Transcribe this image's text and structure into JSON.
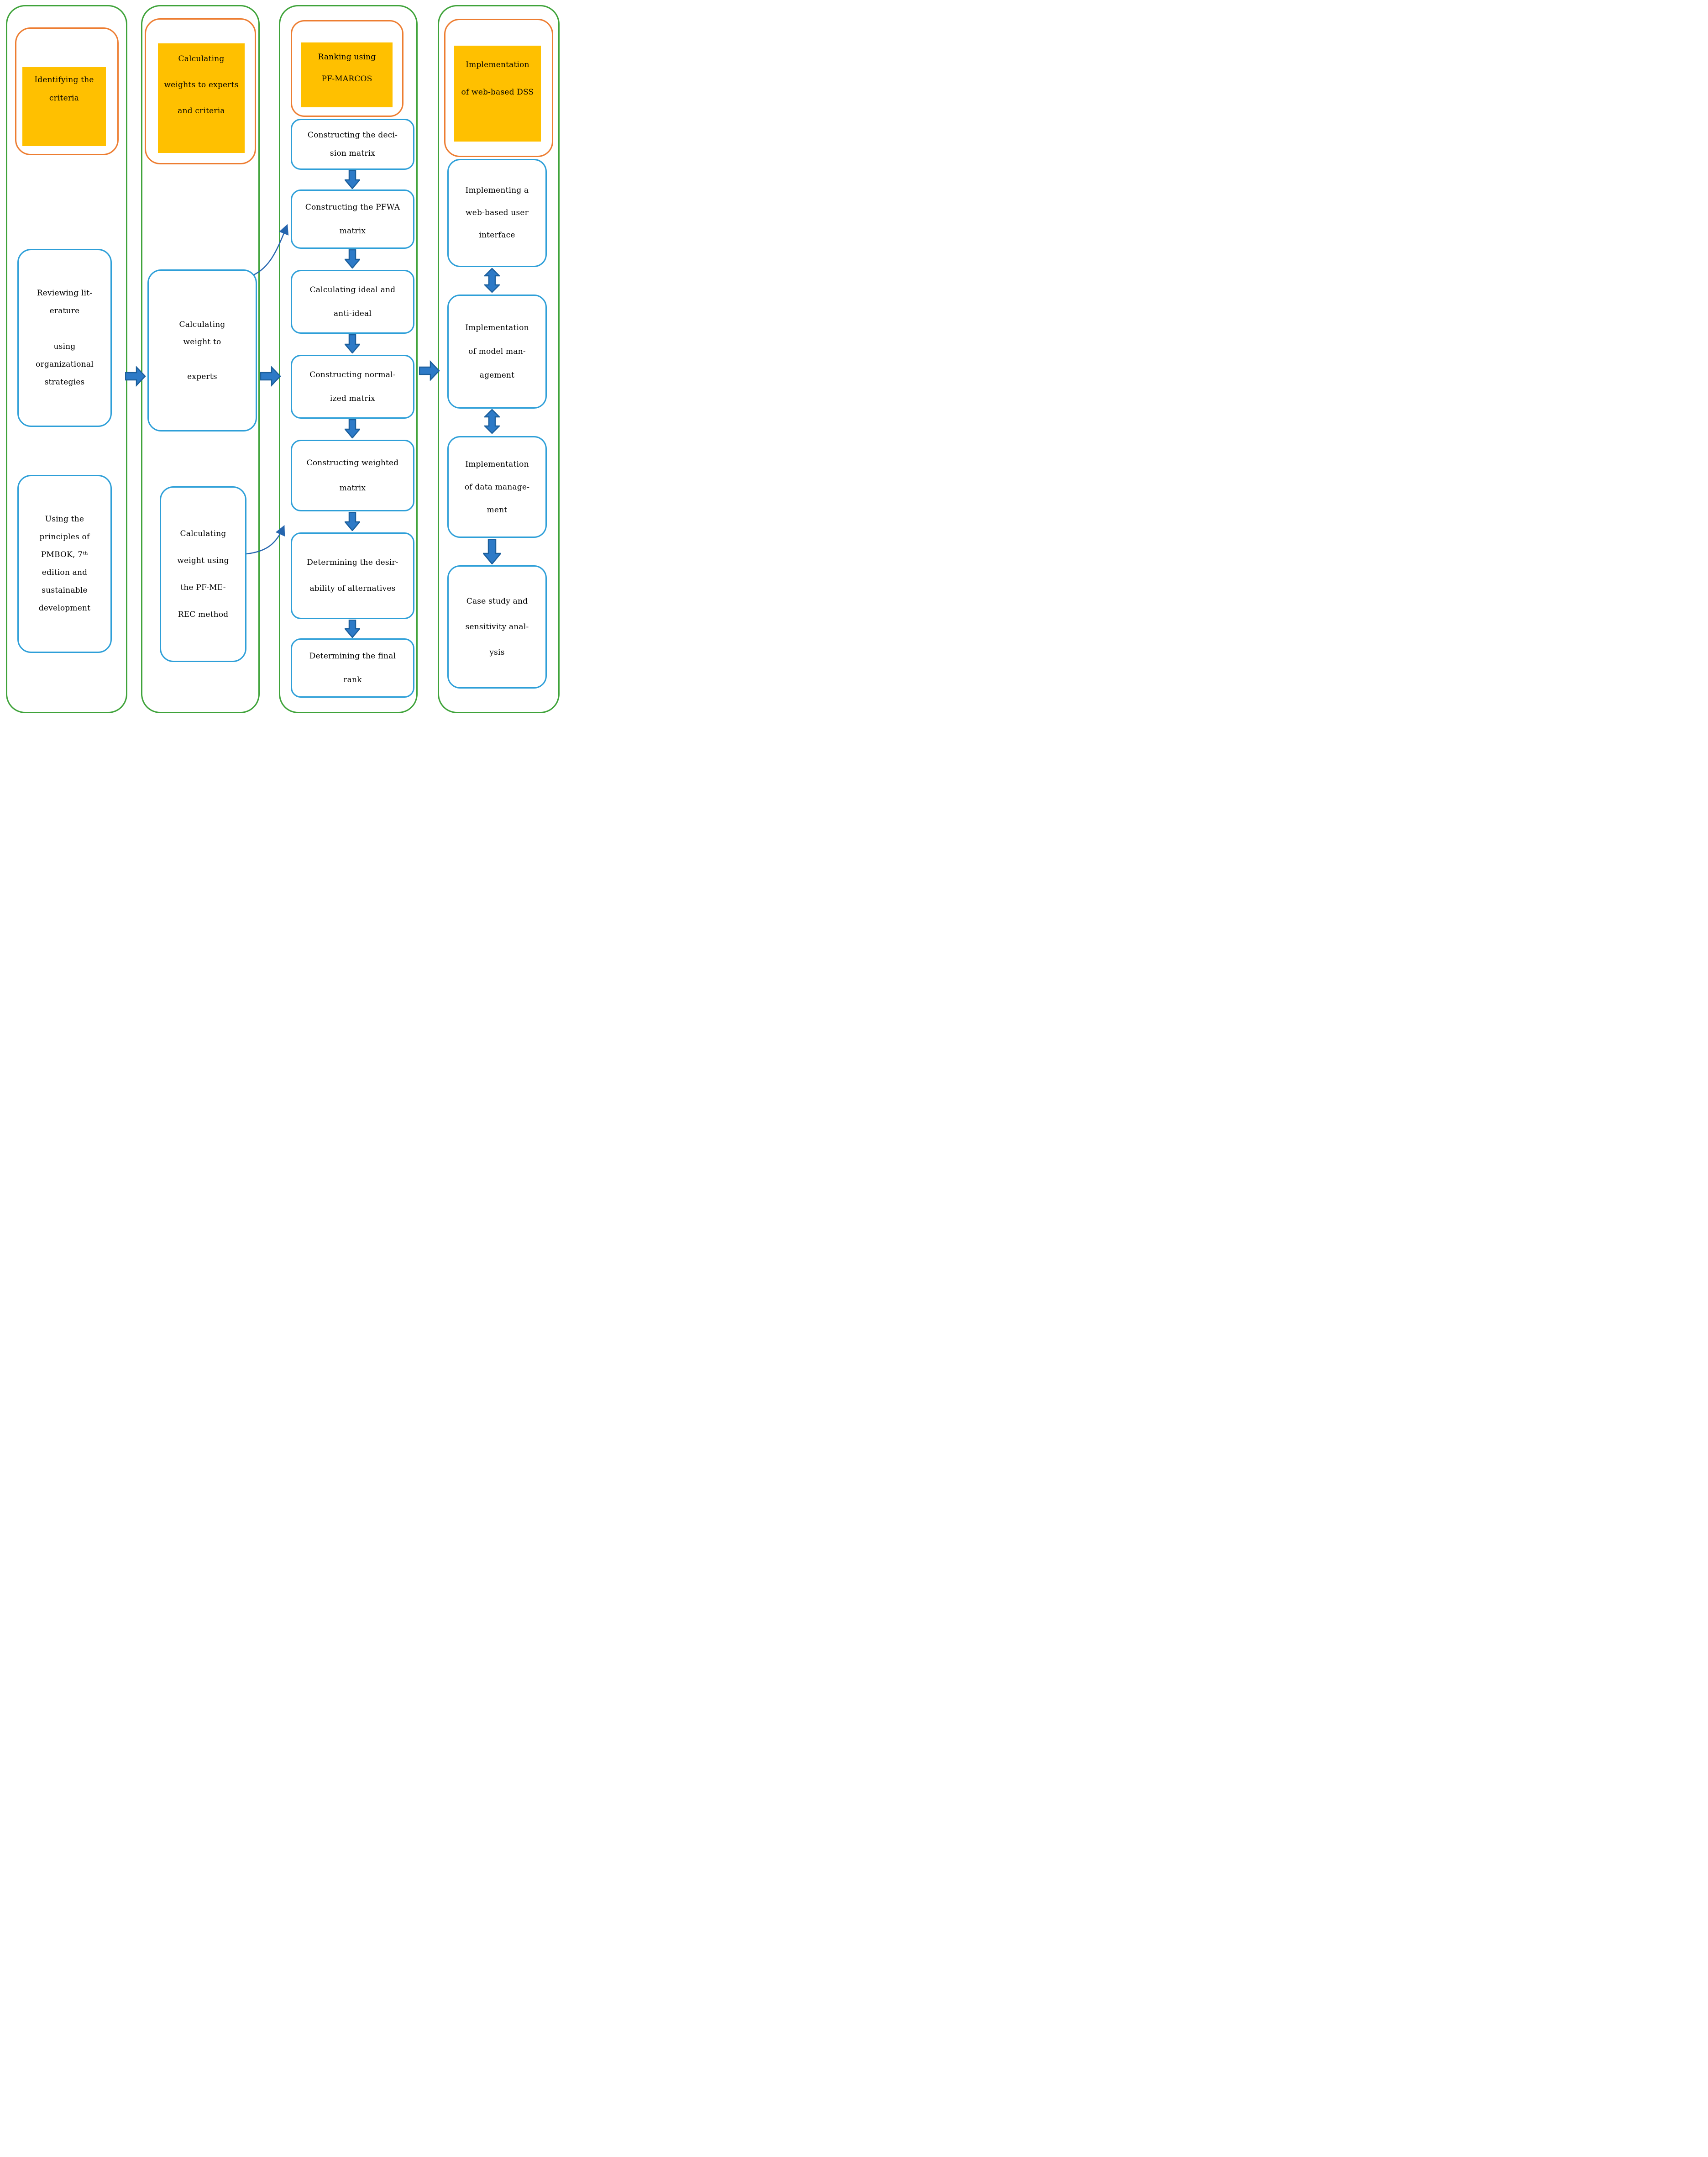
{
  "figure": {
    "type": "flowchart",
    "colors": {
      "column_border_green": "#3fa33a",
      "title_border_orange": "#ed7d31",
      "title_fill_yellow": "#ffc000",
      "box_border_blue": "#2e9fd8",
      "block_arrow_fill": "#2d7ac7",
      "block_arrow_stroke": "#1b5e9b",
      "connector_blue": "#2565ae",
      "text": "#000000"
    },
    "columns": [
      {
        "name": "identifying-criteria",
        "title": "Identifying the\ncriteria",
        "boxes": [
          {
            "text": "Reviewing lit-\nerature\n\nusing\norganizational\nstrategies"
          },
          {
            "text": "Using the\nprinciples of\nPMBOK, 7ᵗʰ\nedition and\nsustainable\ndevelopment"
          }
        ]
      },
      {
        "name": "calculating-weights",
        "title": "Calculating\nweights to experts\nand criteria",
        "boxes": [
          {
            "text": "Calculating\nweight to\n\nexperts"
          },
          {
            "text": "Calculating\nweight using\nthe PF-ME-\nREC method"
          }
        ]
      },
      {
        "name": "ranking-pf-marcos",
        "title": "Ranking using\nPF-MARCOS",
        "steps": [
          {
            "text": "Constructing the deci-\nsion matrix"
          },
          {
            "text": "Constructing the PFWA\nmatrix"
          },
          {
            "text": "Calculating ideal and\nanti-ideal"
          },
          {
            "text": "Constructing normal-\nized matrix"
          },
          {
            "text": "Constructing weighted\nmatrix"
          },
          {
            "text": "Determining the desir-\nability of alternatives"
          },
          {
            "text": "Determining the final\nrank"
          }
        ]
      },
      {
        "name": "implementation-web-dss",
        "title": "Implementation\nof web-based DSS",
        "boxes": [
          {
            "text": "Implementing a\nweb-based user\ninterface"
          },
          {
            "text": "Implementation\nof model man-\nagement"
          },
          {
            "text": "Implementation\nof data manage-\nment"
          },
          {
            "text": "Case study and\nsensitivity anal-\nysis"
          }
        ]
      }
    ]
  }
}
